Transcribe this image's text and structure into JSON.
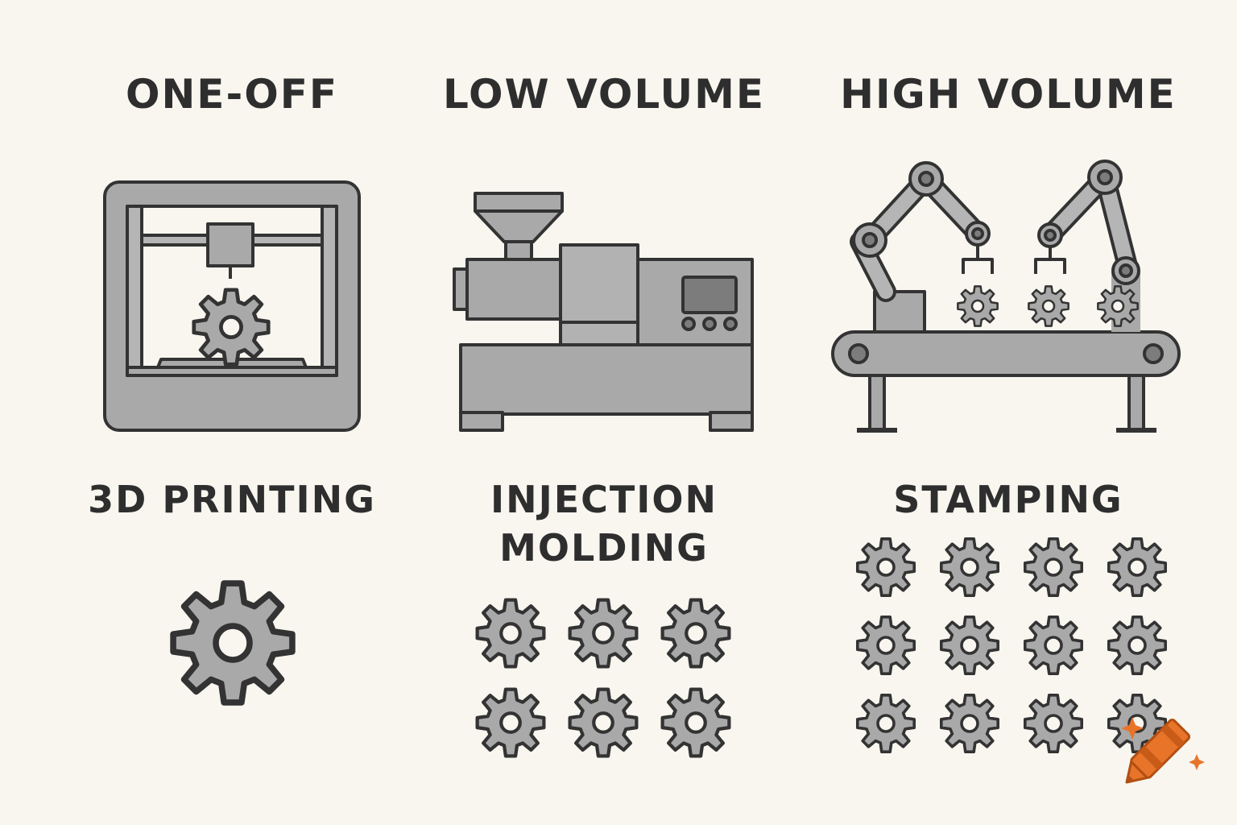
{
  "columns": [
    {
      "volume": "ONE-OFF",
      "method": [
        "3D PRINTING"
      ],
      "parts": 1,
      "illustration": "3d-printer-icon"
    },
    {
      "volume": "LOW VOLUME",
      "method": [
        "INJECTION",
        "MOLDING"
      ],
      "parts": 6,
      "illustration": "injection-molding-machine-icon"
    },
    {
      "volume": "HIGH VOLUME",
      "method": [
        "STAMPING"
      ],
      "parts": 12,
      "illustration": "robotic-assembly-line-icon"
    }
  ],
  "part_icon": "gear-icon",
  "watermark_icon": "crayon-icon",
  "colors": {
    "background": "#f8f6ef",
    "outline": "#333333",
    "fill": "#a9a9a9",
    "accent": "#e8742a"
  }
}
